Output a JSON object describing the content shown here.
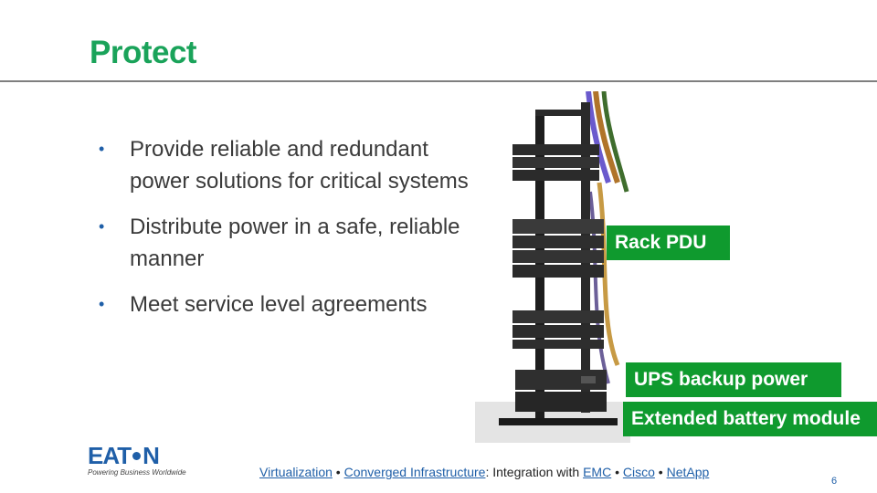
{
  "slide": {
    "title": "Protect",
    "page_number": "6"
  },
  "bullets": [
    "Provide reliable and redundant power solutions for critical systems",
    "Distribute power in a safe, reliable manner",
    "Meet service level agreements"
  ],
  "callouts": {
    "pdu": "Rack PDU",
    "ups": "UPS backup power",
    "ebm": "Extended battery module"
  },
  "logo": {
    "word_a": "E",
    "word_b": "A",
    "word_c": "T",
    "word_d": "N",
    "tagline": "Powering Business Worldwide"
  },
  "footer": {
    "link_virtualization": "Virtualization",
    "sep1": " • ",
    "link_converged": "Converged Infrastructure",
    "integration_text": ": Integration with ",
    "link_emc": "EMC",
    "sep2": " • ",
    "link_cisco": "Cisco",
    "sep3": " • ",
    "link_netapp": "NetApp"
  },
  "colors": {
    "title_green": "#1aa35a",
    "callout_green": "#0f9a2e",
    "link_blue": "#1f5fa8",
    "rule_gray": "#7f7f7f"
  }
}
